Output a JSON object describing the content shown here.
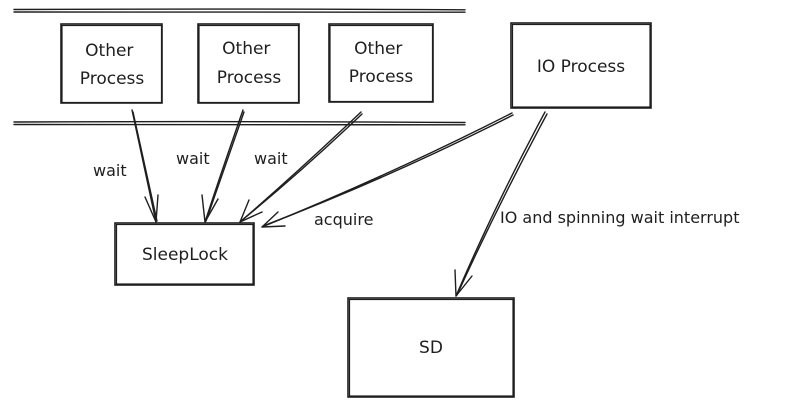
{
  "nodes": {
    "other_process_1": "Other\nProcess",
    "other_process_2": "Other\nProcess",
    "other_process_3": "Other\nProcess",
    "io_process": "IO Process",
    "sleeplock": "SleepLock",
    "sd": "SD"
  },
  "edges": {
    "wait_1": "wait",
    "wait_2": "wait",
    "wait_3": "wait",
    "acquire": "acquire",
    "io_to_sd": "IO and spinning wait interrupt"
  }
}
